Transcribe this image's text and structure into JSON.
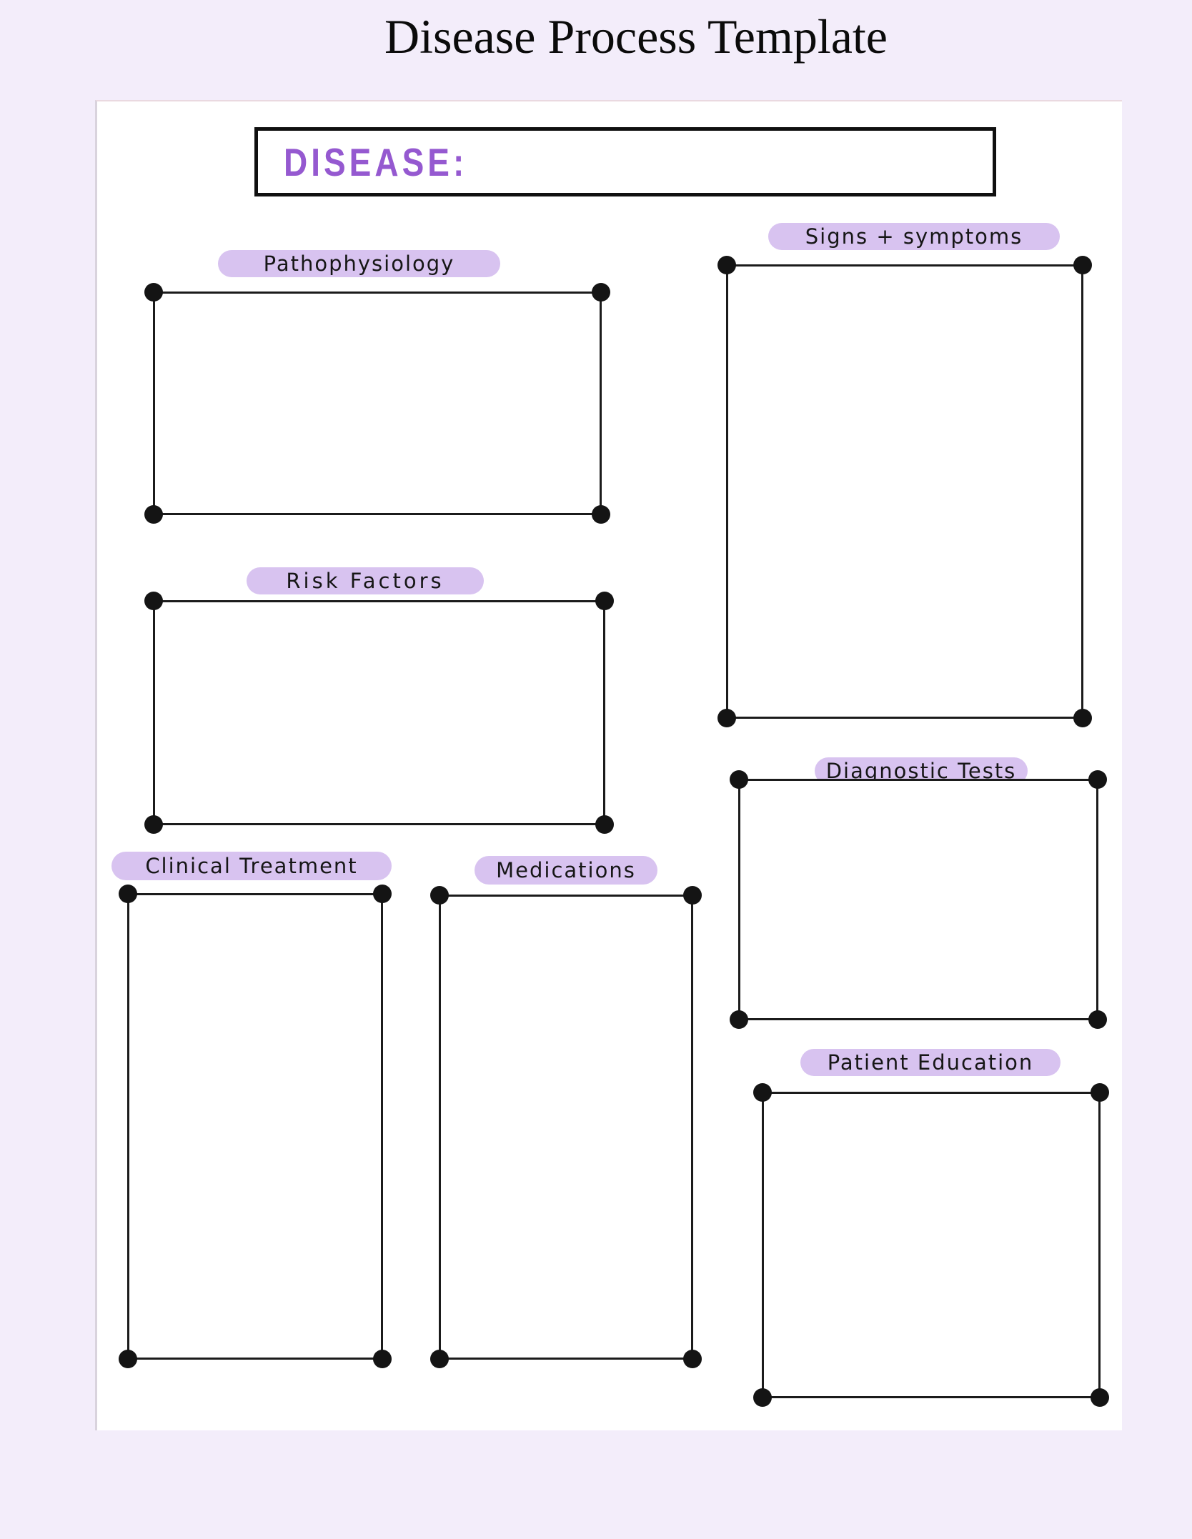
{
  "page": {
    "title": "Disease Process Template"
  },
  "disease_field": {
    "label": "DISEASE:",
    "value": ""
  },
  "sections": [
    {
      "id": "pathophysiology",
      "label": "Pathophysiology"
    },
    {
      "id": "signs-symptoms",
      "label": "Signs + symptoms"
    },
    {
      "id": "risk-factors",
      "label": "Risk Factors"
    },
    {
      "id": "diagnostic-tests",
      "label": "Diagnostic Tests"
    },
    {
      "id": "clinical-treatment",
      "label": "Clinical Treatment"
    },
    {
      "id": "medications",
      "label": "Medications"
    },
    {
      "id": "patient-education",
      "label": "Patient Education"
    }
  ],
  "colors": {
    "background": "#f3edfa",
    "panel": "#ffffff",
    "pill_highlight": "#d8c3f0",
    "disease_label_purple": "#9559d0",
    "ink": "#161616"
  }
}
